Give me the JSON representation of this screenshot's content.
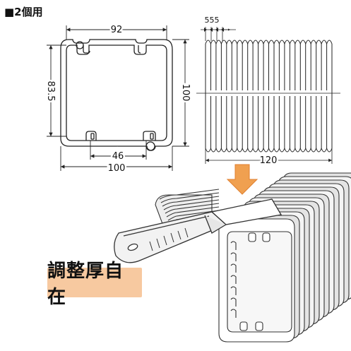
{
  "title": "■2個用",
  "front_view": {
    "dim_top": "92",
    "dim_left": "83.5",
    "dim_right": "100",
    "dim_inner_bottom": "46",
    "dim_bottom": "100"
  },
  "side_view": {
    "dim_pitch": "555",
    "dim_bottom": "120"
  },
  "callout": {
    "label": "調整厚自在",
    "color": "#f7c9a0"
  },
  "colors": {
    "arrow": "#f0a050",
    "line": "#222222",
    "shade": "#e9e9e9"
  }
}
